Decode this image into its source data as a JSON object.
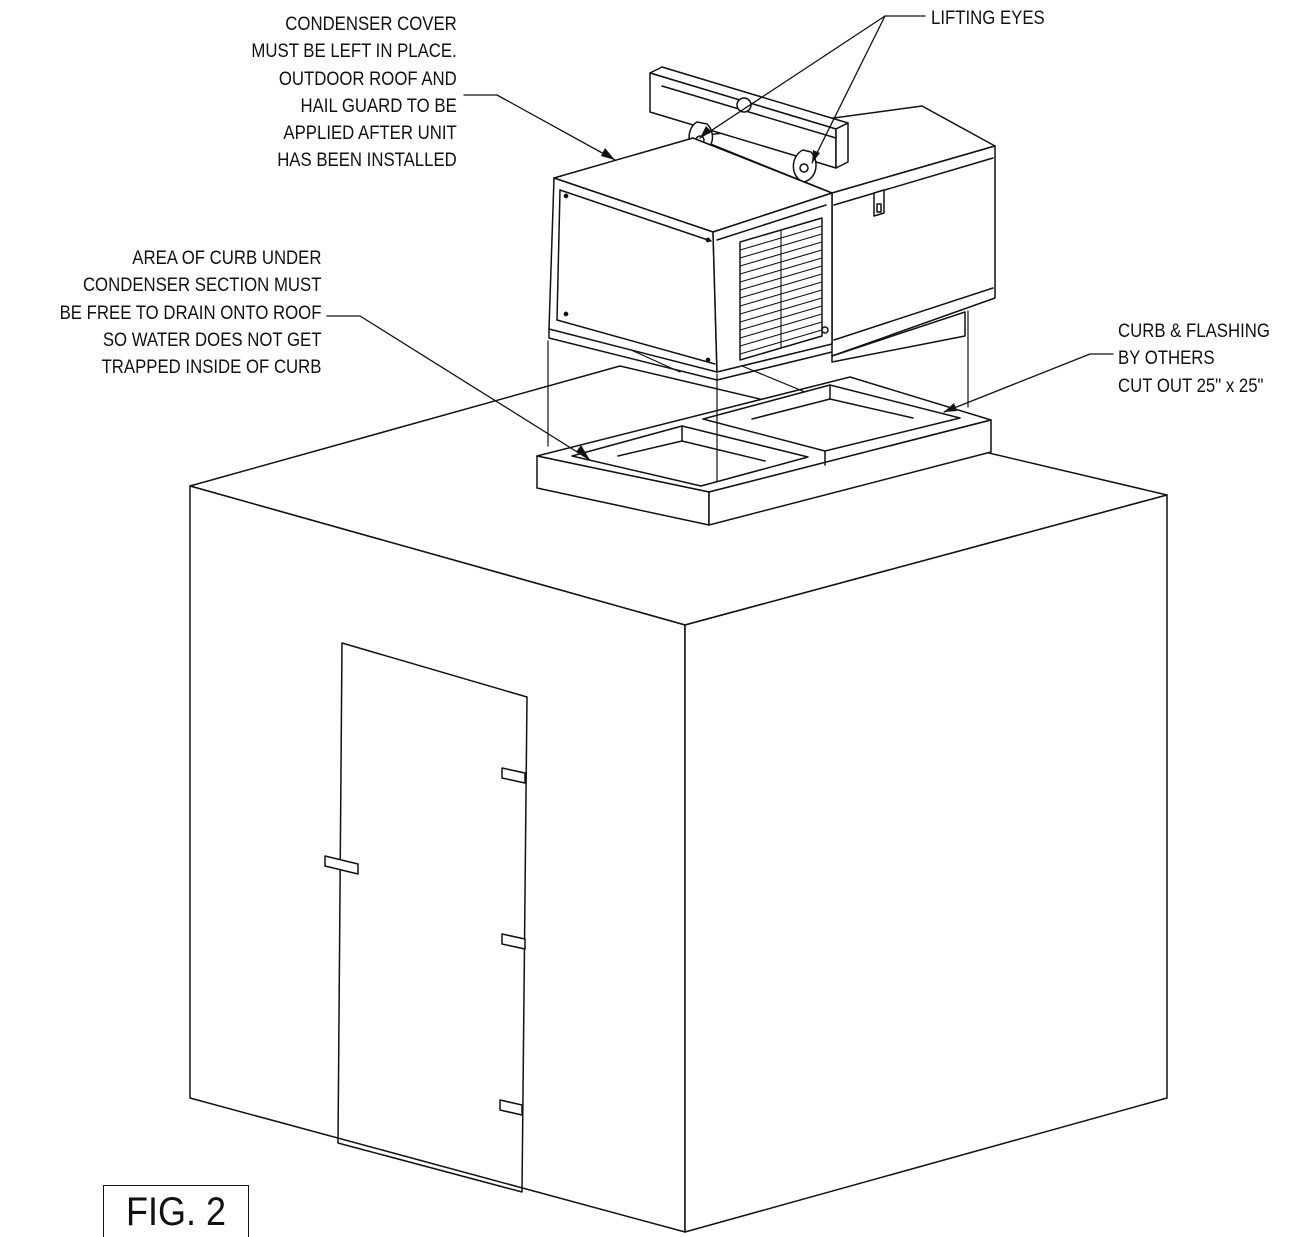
{
  "notes": {
    "condenser_cover": [
      "CONDENSER COVER",
      "MUST BE LEFT IN PLACE.",
      "OUTDOOR ROOF AND",
      "HAIL GUARD TO BE",
      "APPLIED AFTER UNIT",
      "HAS BEEN INSTALLED"
    ],
    "curb_drain": [
      "AREA OF CURB UNDER",
      "CONDENSER SECTION MUST",
      "BE FREE TO DRAIN ONTO ROOF",
      "SO WATER DOES NOT GET",
      "TRAPPED INSIDE OF CURB"
    ],
    "curb_flashing": [
      "CURB & FLASHING",
      "BY OTHERS",
      "CUT OUT 25\" x 25\""
    ],
    "lifting_eyes": "LIFTING EYES"
  },
  "figure_label": "FIG. 2"
}
